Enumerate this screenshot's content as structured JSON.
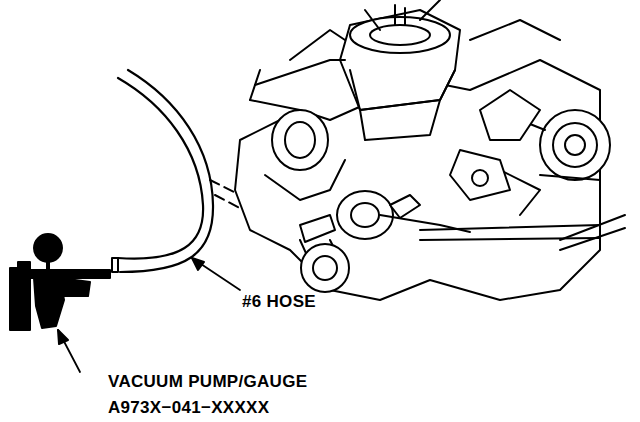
{
  "diagram": {
    "labels": [
      "#6 HOSE",
      "VACUUM PUMP/GAUGE",
      "A973X−041−XXXXX"
    ]
  }
}
